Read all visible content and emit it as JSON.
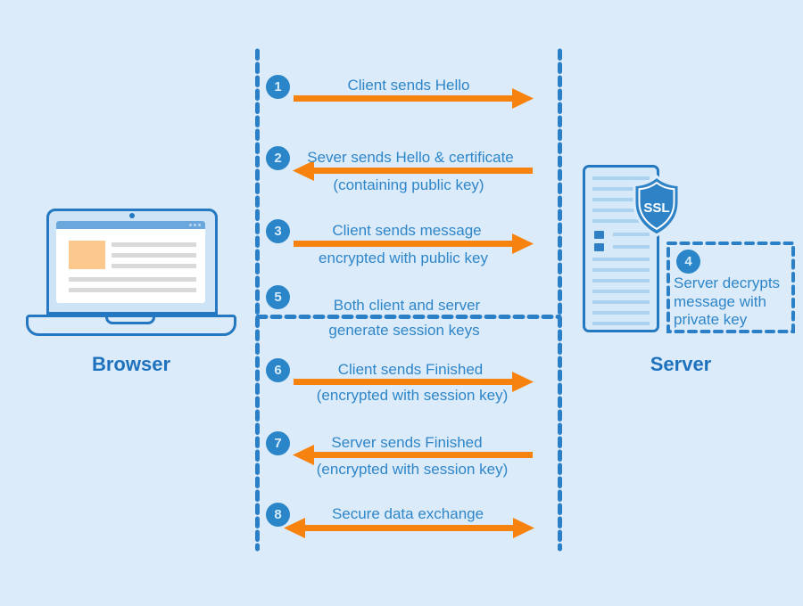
{
  "browser": {
    "label": "Browser"
  },
  "server": {
    "label": "Server",
    "shield_text": "SSL"
  },
  "steps": [
    {
      "number": "1",
      "label": "Client sends Hello",
      "sublabel": "",
      "direction": "right"
    },
    {
      "number": "2",
      "label": "Sever sends Hello & certificate",
      "sublabel": "(containing public key)",
      "direction": "left"
    },
    {
      "number": "3",
      "label": "Client sends message",
      "sublabel": "encrypted with public key",
      "direction": "right"
    },
    {
      "number": "4",
      "label": "Server decrypts message with private key",
      "sublabel": "",
      "direction": "none"
    },
    {
      "number": "5",
      "label": "Both client and server",
      "sublabel": "generate session keys",
      "direction": "none"
    },
    {
      "number": "6",
      "label": "Client sends Finished",
      "sublabel": "(encrypted with session key)",
      "direction": "right"
    },
    {
      "number": "7",
      "label": "Server sends Finished",
      "sublabel": "(encrypted with session key)",
      "direction": "left"
    },
    {
      "number": "8",
      "label": "Secure data exchange",
      "sublabel": "",
      "direction": "both"
    }
  ],
  "colors": {
    "background": "#dcebf9",
    "outline_blue": "#2478c1",
    "dashed_blue": "#2b7fc7",
    "badge_blue": "#2b85c9",
    "text_blue": "#2e86c9",
    "label_blue": "#1e72bd",
    "arrow_orange": "#f8820e",
    "shield_blue": "#2e82c6"
  }
}
